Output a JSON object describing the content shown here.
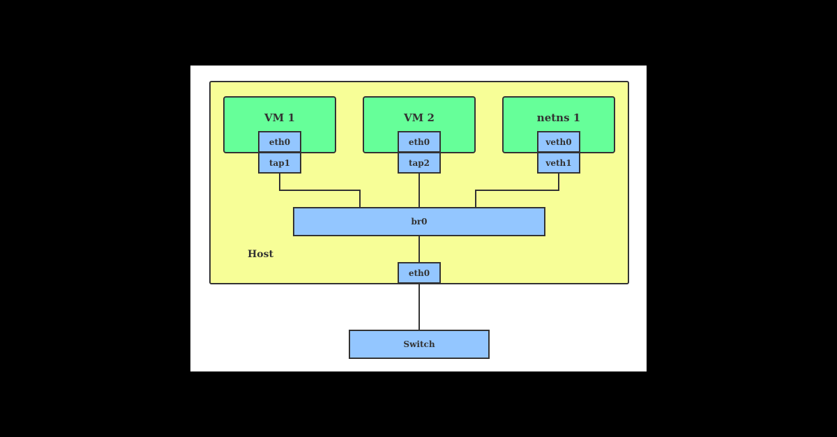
{
  "diagram": {
    "host": {
      "label": "Host"
    },
    "guests": [
      {
        "name": "VM 1",
        "inner_iface": "eth0",
        "outer_iface": "tap1"
      },
      {
        "name": "VM 2",
        "inner_iface": "eth0",
        "outer_iface": "tap2"
      },
      {
        "name": "netns 1",
        "inner_iface": "veth0",
        "outer_iface": "veth1"
      }
    ],
    "bridge": {
      "label": "br0"
    },
    "host_nic": {
      "label": "eth0"
    },
    "switch": {
      "label": "Switch"
    },
    "colors": {
      "host_fill": "#f7fe97",
      "guest_fill": "#66ff99",
      "iface_fill": "#93c6ff",
      "stroke": "#333333"
    }
  }
}
